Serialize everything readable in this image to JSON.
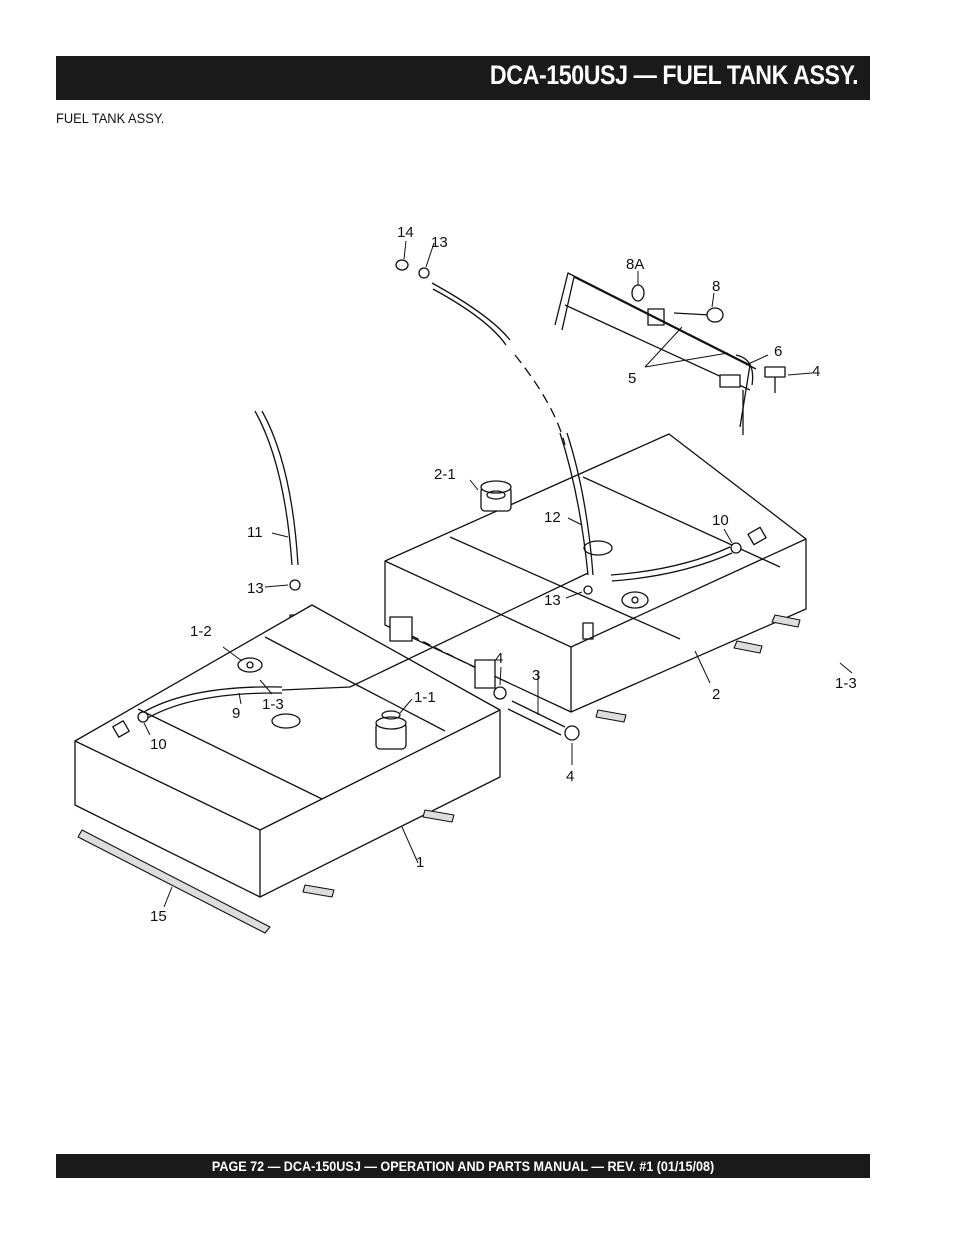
{
  "header": {
    "title": "DCA-150USJ — FUEL TANK ASSY."
  },
  "section": {
    "subtitle": "FUEL TANK ASSY."
  },
  "diagram": {
    "labels": {
      "l14": "14",
      "l13a": "13",
      "l8a": "8A",
      "l8": "8",
      "l6": "6",
      "l4a": "4",
      "l5": "5",
      "l21": "2-1",
      "l12": "12",
      "l10a": "10",
      "l11": "11",
      "l13b": "13",
      "l13c": "13",
      "l12b": "1-2",
      "l13d": "1-3",
      "l9": "9",
      "l4b": "4",
      "l3": "3",
      "l11b": "1-1",
      "l10b": "10",
      "l2": "2",
      "l4c": "4",
      "l13e": "1-3",
      "l1": "1",
      "l15": "15"
    }
  },
  "footer": {
    "text": "PAGE 72 — DCA-150USJ —  OPERATION AND PARTS  MANUAL — REV. #1  (01/15/08)"
  }
}
